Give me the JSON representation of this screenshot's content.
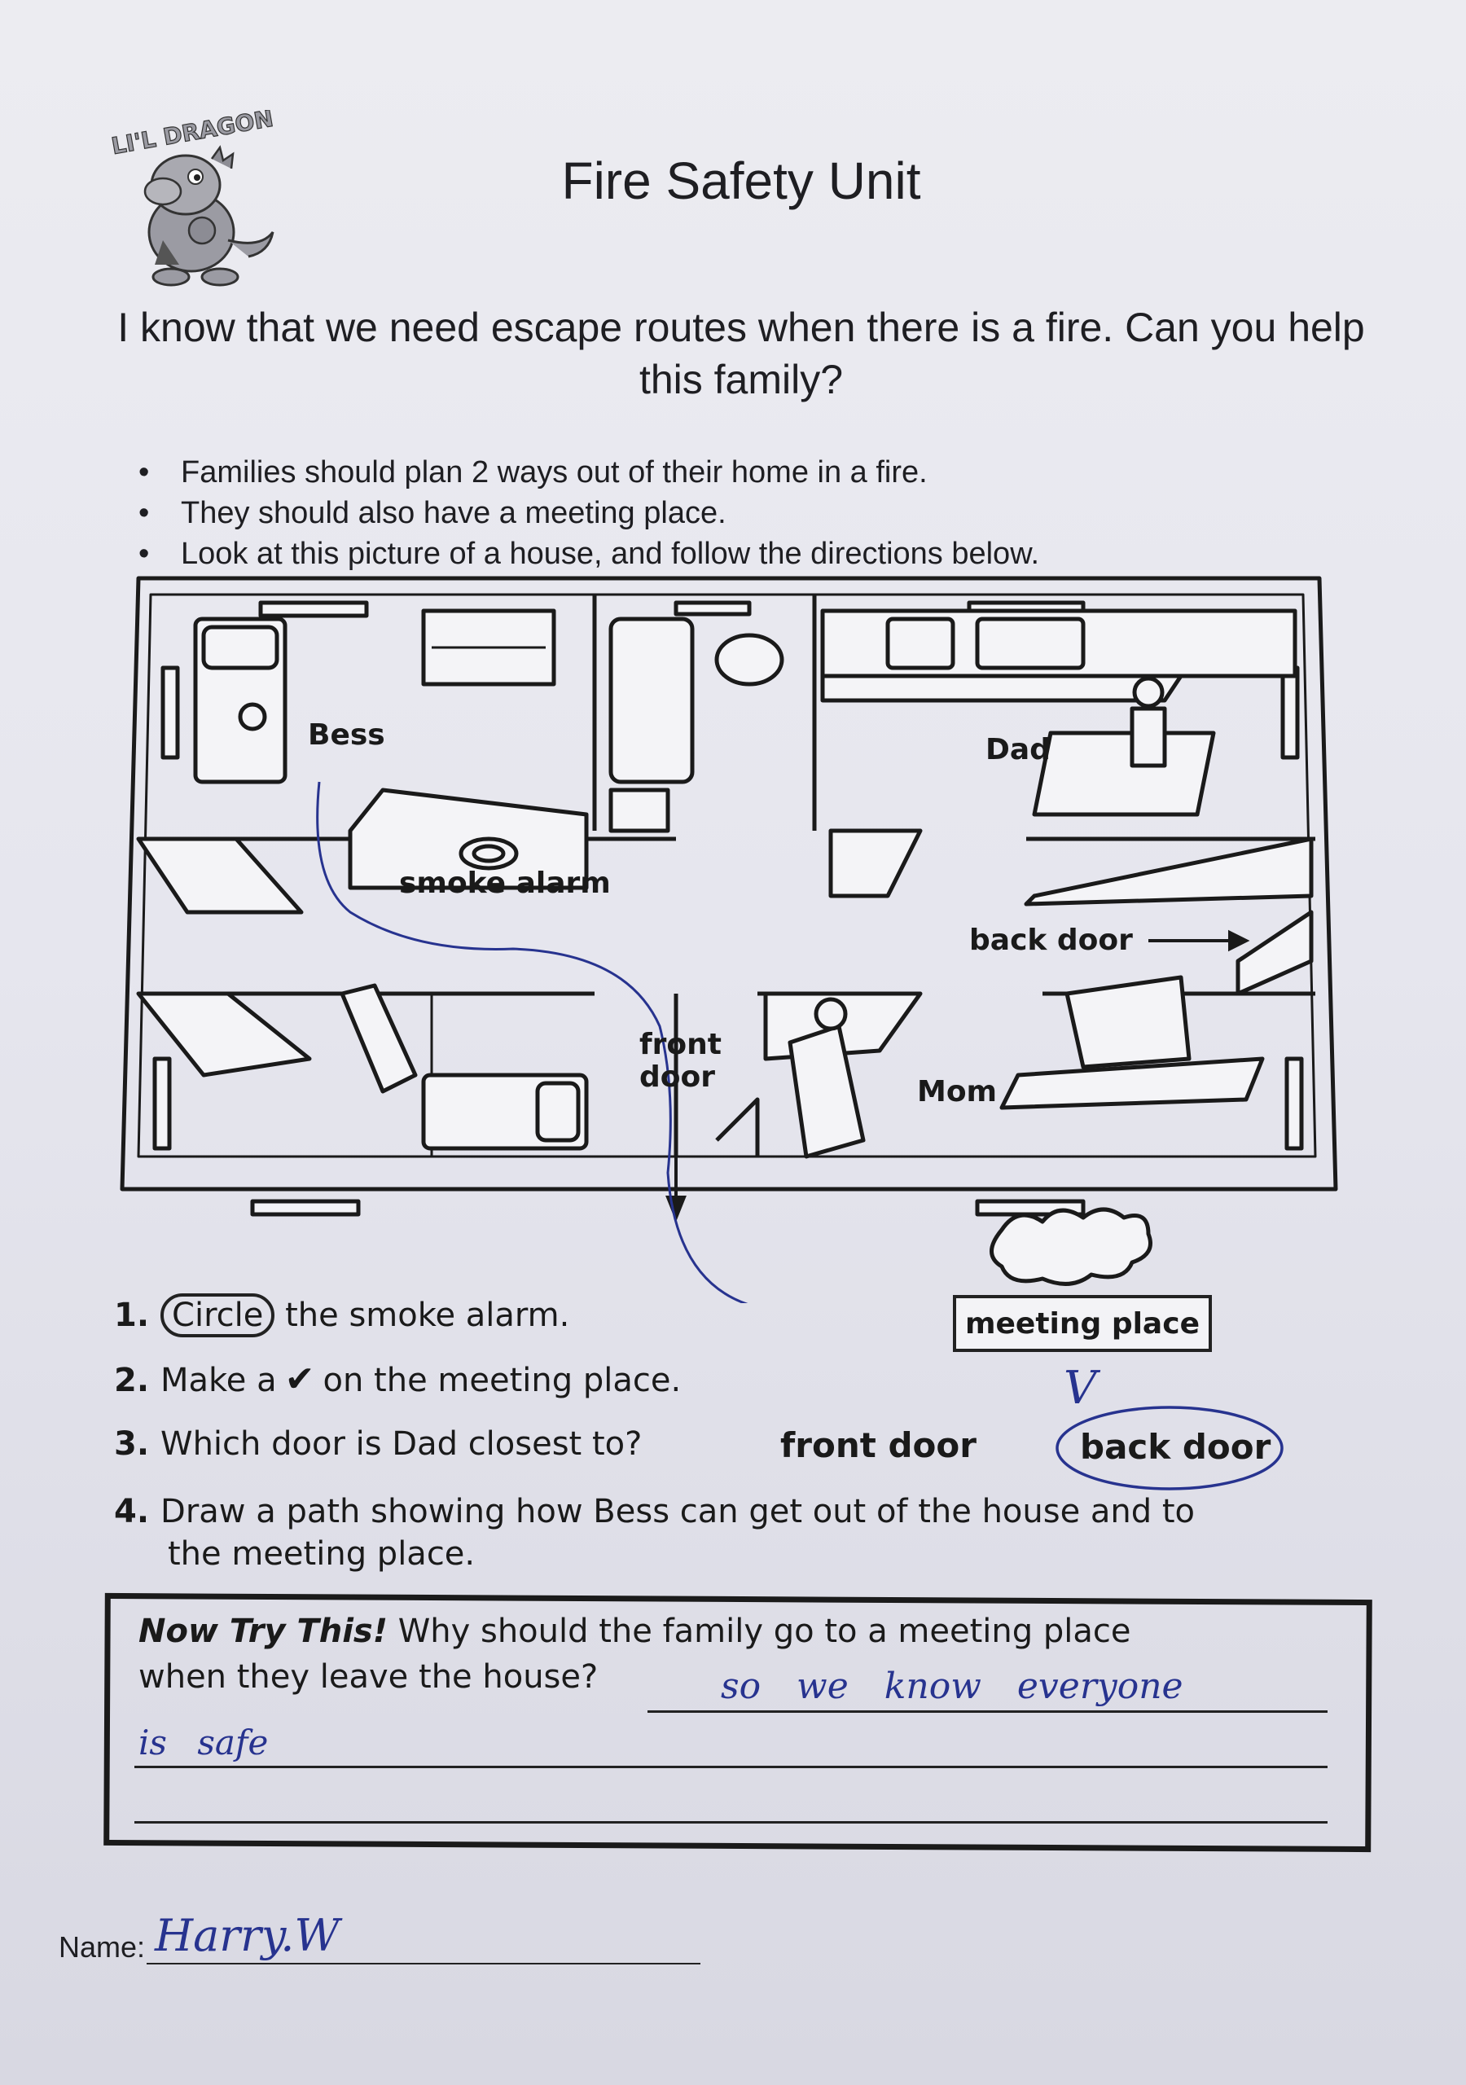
{
  "header": {
    "logo_text": "LI'L DRAGON",
    "title": "Fire Safety Unit"
  },
  "intro": "I know that we need escape routes when there is a fire. Can you help this family?",
  "bullets": [
    "Families should plan 2 ways out of their home in a fire.",
    "They should also have a meeting place.",
    "Look at this picture of a house, and follow the directions below."
  ],
  "house": {
    "labels": {
      "bess": "Bess",
      "dad": "Dad",
      "smoke_alarm": "smoke alarm",
      "back_door": "back door",
      "front_door_line1": "front",
      "front_door_line2": "door",
      "mom": "Mom",
      "meeting_place": "meeting place"
    }
  },
  "questions": {
    "q1": {
      "num": "1.",
      "circled_word": "Circle",
      "text": "the smoke alarm."
    },
    "q2": {
      "num": "2.",
      "text_before": "Make a",
      "check": "✔",
      "text_after": "on the meeting place."
    },
    "q3": {
      "num": "3.",
      "text": "Which door is Dad closest to?",
      "option_a": "front door",
      "option_b": "back door"
    },
    "q4": {
      "num": "4.",
      "line1": "Draw a path showing how Bess can get out of the house and to",
      "line2": "the meeting place."
    }
  },
  "now_try": {
    "heading": "Now Try This!",
    "question_part1": "Why should the family go to a meeting place",
    "question_part2": "when they leave the house?"
  },
  "handwriting": {
    "answer_line1": "so   we   know   everyone",
    "answer_line2": "is  safe",
    "name": "Harry.W",
    "check_mark": "V"
  },
  "name_label": "Name:",
  "colors": {
    "ink": "#27338f",
    "print": "#1a1a1a"
  }
}
